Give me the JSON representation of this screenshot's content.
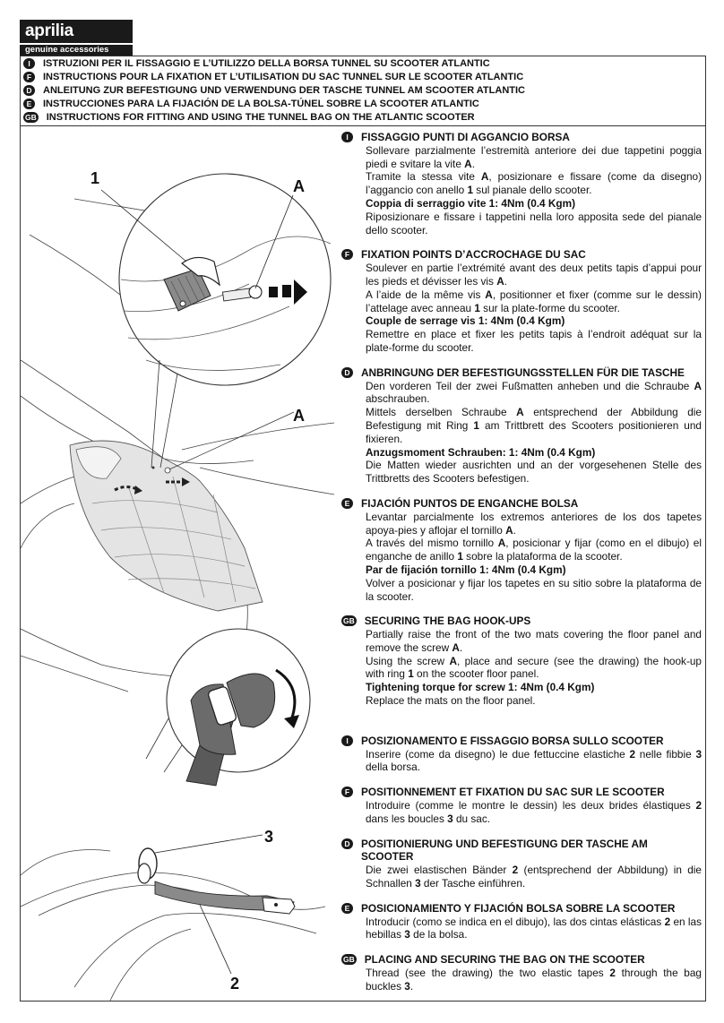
{
  "brand": {
    "logo": "aprilia",
    "tagline": "genuine accessories"
  },
  "titles": [
    {
      "lang": "I",
      "text": "ISTRUZIONI PER IL FISSAGGIO E L’UTILIZZO DELLA BORSA TUNNEL SU SCOOTER ATLANTIC"
    },
    {
      "lang": "F",
      "text": "INSTRUCTIONS POUR LA FIXATION ET L’UTILISATION DU SAC TUNNEL SUR LE SCOOTER ATLANTIC"
    },
    {
      "lang": "D",
      "text": "ANLEITUNG ZUR BEFESTIGUNG UND VERWENDUNG DER TASCHE TUNNEL AM SCOOTER ATLANTIC"
    },
    {
      "lang": "E",
      "text": "INSTRUCCIONES PARA LA FIJACIÓN DE LA BOLSA-TÚNEL SOBRE LA SCOOTER ATLANTIC"
    },
    {
      "lang": "GB",
      "text": "INSTRUCTIONS FOR FITTING AND USING THE TUNNEL BAG ON THE ATLANTIC SCOOTER"
    }
  ],
  "figure_labels": {
    "one": "1",
    "a_top": "A",
    "a_mid": "A",
    "three": "3",
    "two": "2"
  },
  "sections1": [
    {
      "lang": "I",
      "heading": "FISSAGGIO PUNTI DI AGGANCIO BORSA",
      "p1a": "Sollevare parzialmente l’estremità anteriore dei due tappetini poggia piedi e svitare la vite ",
      "p1b": "A",
      "p1c": ".",
      "p2a": "Tramite la stessa vite ",
      "p2b": "A",
      "p2c": ", posizionare e fissare (come da disegno) l’aggancio con anello ",
      "p2d": "1",
      "p2e": " sul pianale dello scooter.",
      "torque": "Coppia di serraggio vite 1:  4Nm (0.4 Kgm)",
      "p3": "Riposizionare e fissare i tappetini nella loro apposita sede del pianale dello scooter."
    },
    {
      "lang": "F",
      "heading": "FIXATION POINTS D’ACCROCHAGE DU SAC",
      "p1a": "Soulever en partie l’extrémité avant des deux petits tapis d’appui pour les pieds et dévisser les vis ",
      "p1b": "A",
      "p1c": ".",
      "p2a": "A l’aide de la même vis ",
      "p2b": "A",
      "p2c": ", positionner et fixer (comme sur le dessin) l’attelage avec anneau ",
      "p2d": "1",
      "p2e": " sur la plate-forme du scooter.",
      "torque": "Couple de serrage vis 1:  4Nm (0.4 Kgm)",
      "p3": "Remettre en place et fixer les petits tapis à l’endroit adéquat sur la plate-forme du scooter."
    },
    {
      "lang": "D",
      "heading": "ANBRINGUNG DER BEFESTIGUNGSSTELLEN FÜR DIE TASCHE",
      "p1a": "Den vorderen Teil der zwei Fußmatten anheben und die Schraube ",
      "p1b": "A",
      "p1c": " abschrauben.",
      "p2a": "Mittels derselben Schraube ",
      "p2b": "A",
      "p2c": " entsprechend der Abbildung die Befestigung mit Ring ",
      "p2d": "1",
      "p2e": " am Trittbrett des Scooters positionieren und fixieren.",
      "torque": "Anzugsmoment Schrauben: 1:  4Nm (0.4 Kgm)",
      "p3": "Die Matten wieder ausrichten und an der vorgesehenen Stelle des Trittbretts des Scooters befestigen."
    },
    {
      "lang": "E",
      "heading": "FIJACIÓN PUNTOS DE ENGANCHE BOLSA",
      "p1a": "Levantar parcialmente los extremos anteriores de los dos tapetes apoya-pies y aflojar el tornillo ",
      "p1b": "A",
      "p1c": ".",
      "p2a": "A través del mismo tornillo ",
      "p2b": "A",
      "p2c": ", posicionar y fijar (como en el dibujo) el enganche de anillo ",
      "p2d": "1",
      "p2e": " sobre la plataforma de la scooter.",
      "torque": "Par de fijación tornillo 1:  4Nm (0.4 Kgm)",
      "p3": "Volver a posicionar y fijar los tapetes en su sitio sobre la plataforma de la scooter."
    },
    {
      "lang": "GB",
      "heading": "SECURING THE BAG HOOK-UPS",
      "p1a": "Partially raise the front of the two mats covering the floor panel and remove the screw ",
      "p1b": "A",
      "p1c": ".",
      "p2a": "Using the screw ",
      "p2b": "A",
      "p2c": ", place and secure (see the drawing) the hook-up with ring ",
      "p2d": "1",
      "p2e": " on the scooter floor panel.",
      "torque": "Tightening torque for screw 1:  4Nm (0.4 Kgm)",
      "p3": "Replace the mats on the floor panel."
    }
  ],
  "sections2": [
    {
      "lang": "I",
      "heading": "POSIZIONAMENTO E FISSAGGIO BORSA SULLO SCOOTER",
      "a": "Inserire (come da disegno) le due fettuccine elastiche ",
      "b": "2",
      "c": " nelle fibbie ",
      "d": "3",
      "e": " della borsa."
    },
    {
      "lang": "F",
      "heading": "POSITIONNEMENT ET FIXATION DU SAC SUR LE SCOOTER",
      "a": "Introduire (comme le montre le dessin) les deux brides élastiques ",
      "b": "2",
      "c": " dans les boucles ",
      "d": "3",
      "e": " du sac."
    },
    {
      "lang": "D",
      "heading": "POSITIONIERUNG UND BEFESTIGUNG DER TASCHE AM SCOOTER",
      "a": "Die zwei elastischen Bänder ",
      "b": "2",
      "c": " (entsprechend der Abbildung) in die Schnallen ",
      "d": "3",
      "e": " der Tasche einführen."
    },
    {
      "lang": "E",
      "heading": "POSICIONAMIENTO Y FIJACIÓN BOLSA SOBRE LA SCOOTER",
      "a": "Introducir (como se indica en el dibujo), las dos cintas elásticas ",
      "b": "2",
      "c": " en las hebillas ",
      "d": "3",
      "e": " de la bolsa."
    },
    {
      "lang": "GB",
      "heading": "PLACING AND SECURING THE BAG ON THE SCOOTER",
      "a": "Thread (see the drawing) the two elastic tapes ",
      "b": "2",
      "c": " through the bag buckles ",
      "d": "3",
      "e": "."
    }
  ]
}
